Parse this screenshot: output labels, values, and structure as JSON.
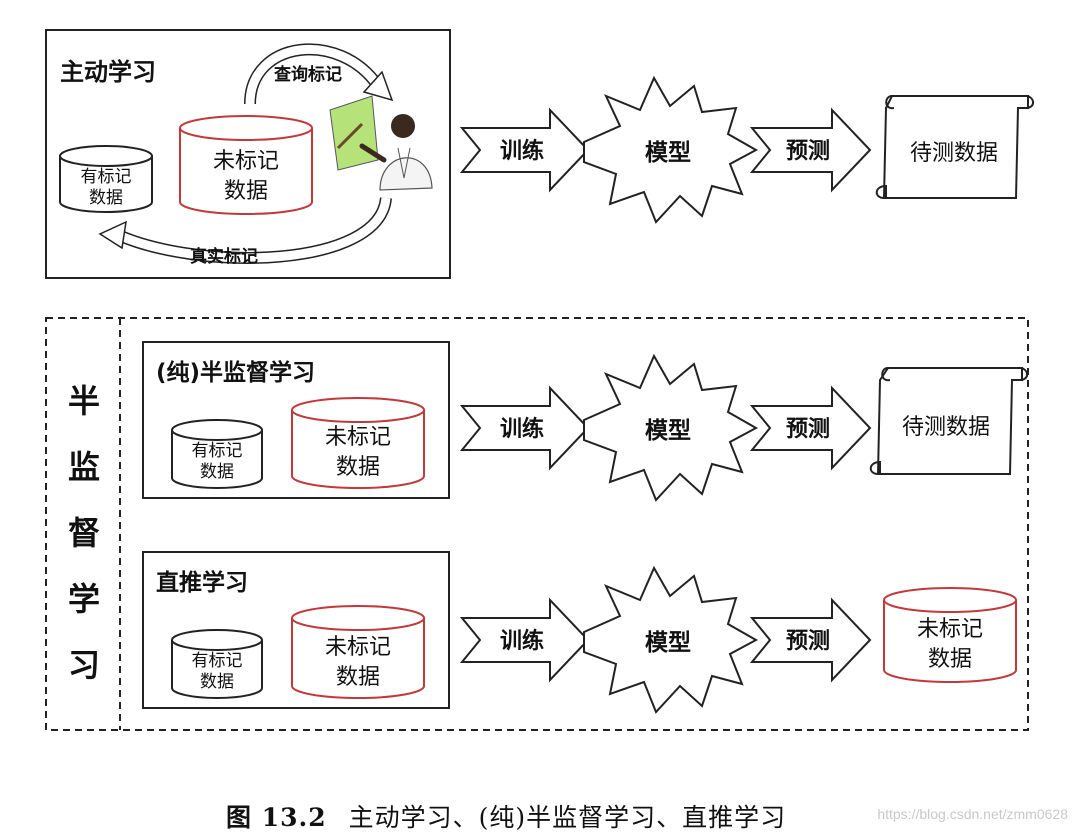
{
  "active": {
    "title": "主动学习",
    "labeled": [
      "有标记",
      "数据"
    ],
    "unlabeled": [
      "未标记",
      "数据"
    ],
    "query_label": "查询标记",
    "true_label": "真实标记",
    "train": "训练",
    "model": "模型",
    "predict": "预测",
    "test_data": "待测数据"
  },
  "semi": {
    "side_title": [
      "半",
      "监",
      "督",
      "学",
      "习"
    ],
    "pure": {
      "title": "(纯)半监督学习",
      "labeled": [
        "有标记",
        "数据"
      ],
      "unlabeled": [
        "未标记",
        "数据"
      ],
      "train": "训练",
      "model": "模型",
      "predict": "预测",
      "test_data": "待测数据"
    },
    "transductive": {
      "title": "直推学习",
      "labeled": [
        "有标记",
        "数据"
      ],
      "unlabeled": [
        "未标记",
        "数据"
      ],
      "train": "训练",
      "model": "模型",
      "predict": "预测",
      "result": [
        "未标记",
        "数据"
      ]
    }
  },
  "caption": {
    "figure": "图 13.2",
    "text": "主动学习、(纯)半监督学习、直推学习",
    "watermark": "https://blog.csdn.net/zmm0628"
  },
  "colors": {
    "red": "#c0393b",
    "ink": "#111111",
    "board": "#b6e27a"
  }
}
